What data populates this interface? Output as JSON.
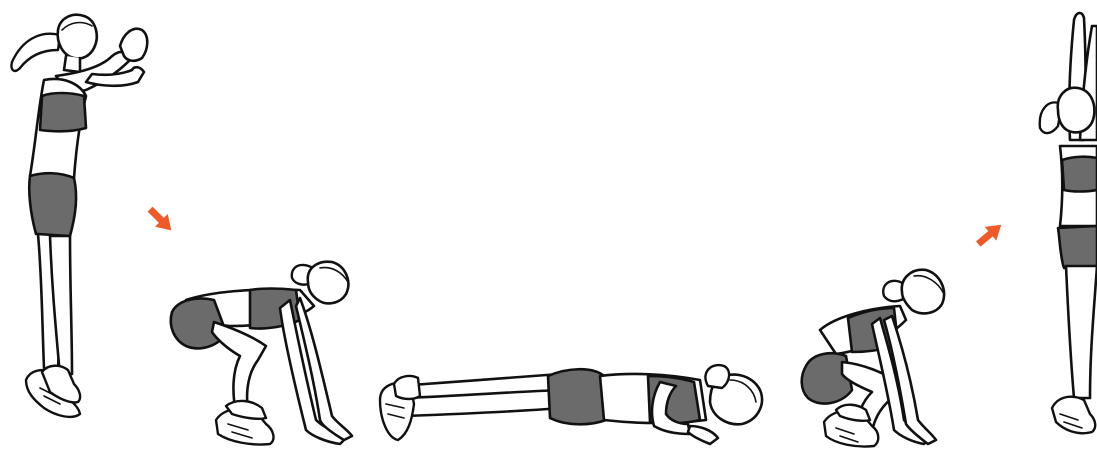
{
  "illustration": {
    "exercise_phases": [
      "standing",
      "squat",
      "plank",
      "squat",
      "jump"
    ],
    "colors": {
      "outline": "#111111",
      "clothing": "#6b6b6b",
      "arrow": "#f05a28",
      "background": "#ffffff"
    },
    "arrows": [
      {
        "direction": "down-right",
        "icon": "arrow-icon"
      },
      {
        "direction": "up-right",
        "icon": "arrow-icon"
      }
    ]
  }
}
